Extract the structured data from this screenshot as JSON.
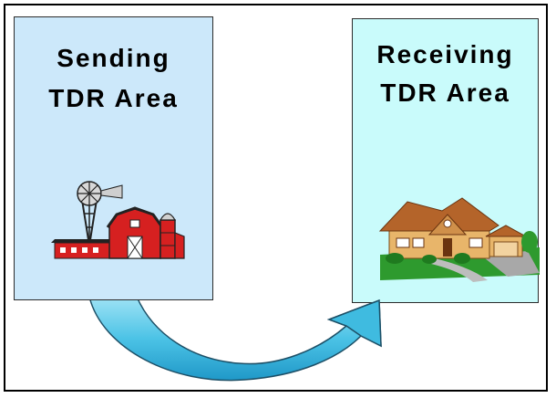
{
  "sending_area": {
    "title_line1": "Sending",
    "title_line2": "TDR Area",
    "fill_color": "#cce8fa",
    "icon": "farm-windmill-barn-icon"
  },
  "receiving_area": {
    "title_line1": "Receiving",
    "title_line2": "TDR Area",
    "fill_color": "#c9fbfb",
    "icon": "suburban-house-icon"
  },
  "transfer_arrow": {
    "fill_color": "#3fb8de",
    "direction": "sending-to-receiving"
  }
}
